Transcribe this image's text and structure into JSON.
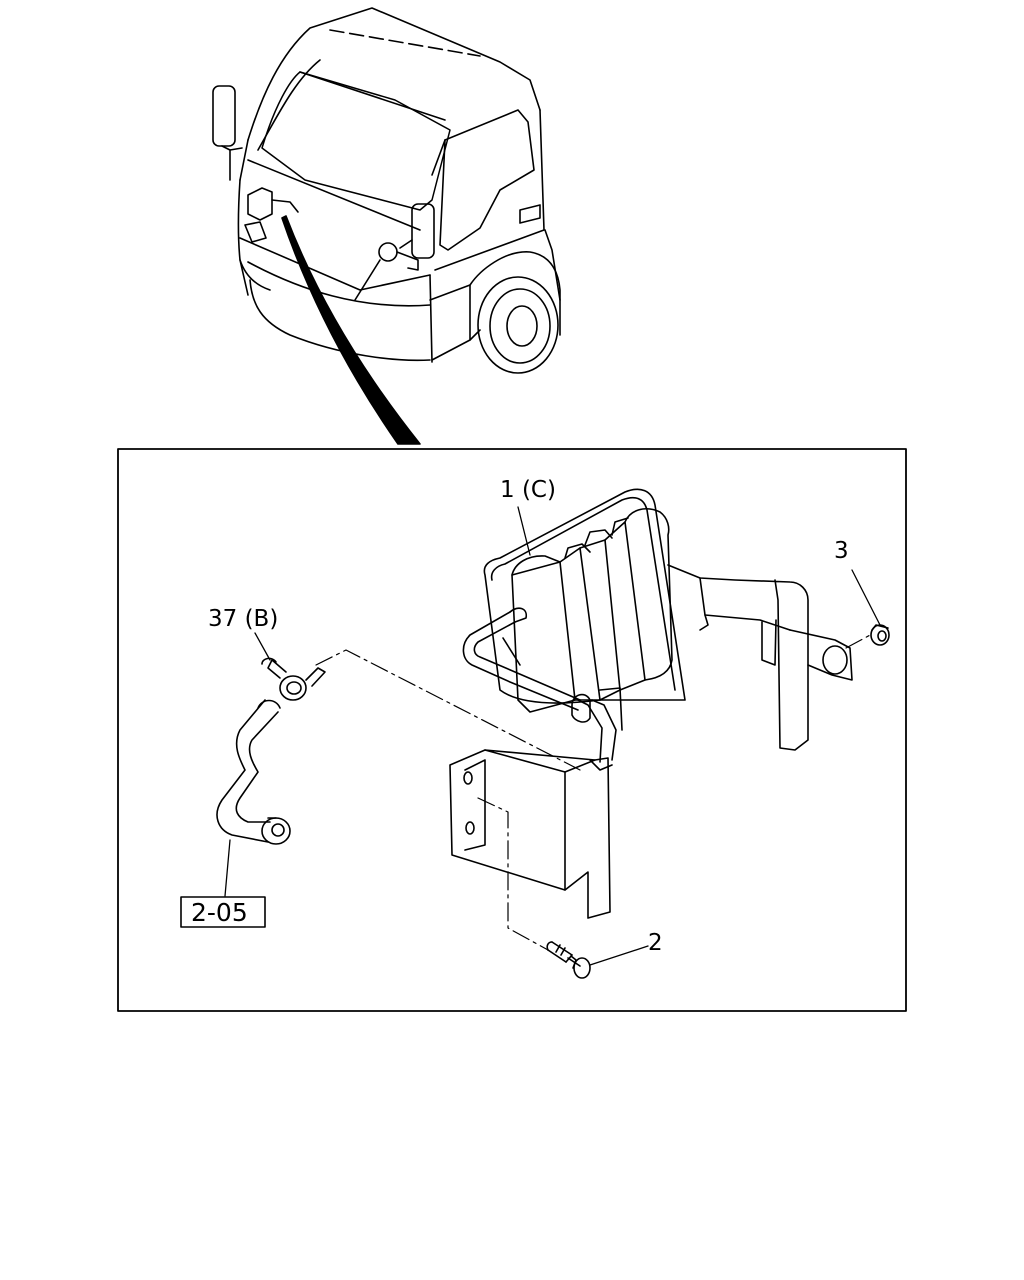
{
  "diagram": {
    "callouts": {
      "part_1": "1 (C)",
      "part_2": "2",
      "part_3": "3",
      "part_37": "37 (B)",
      "ref_205": "2-05"
    }
  }
}
